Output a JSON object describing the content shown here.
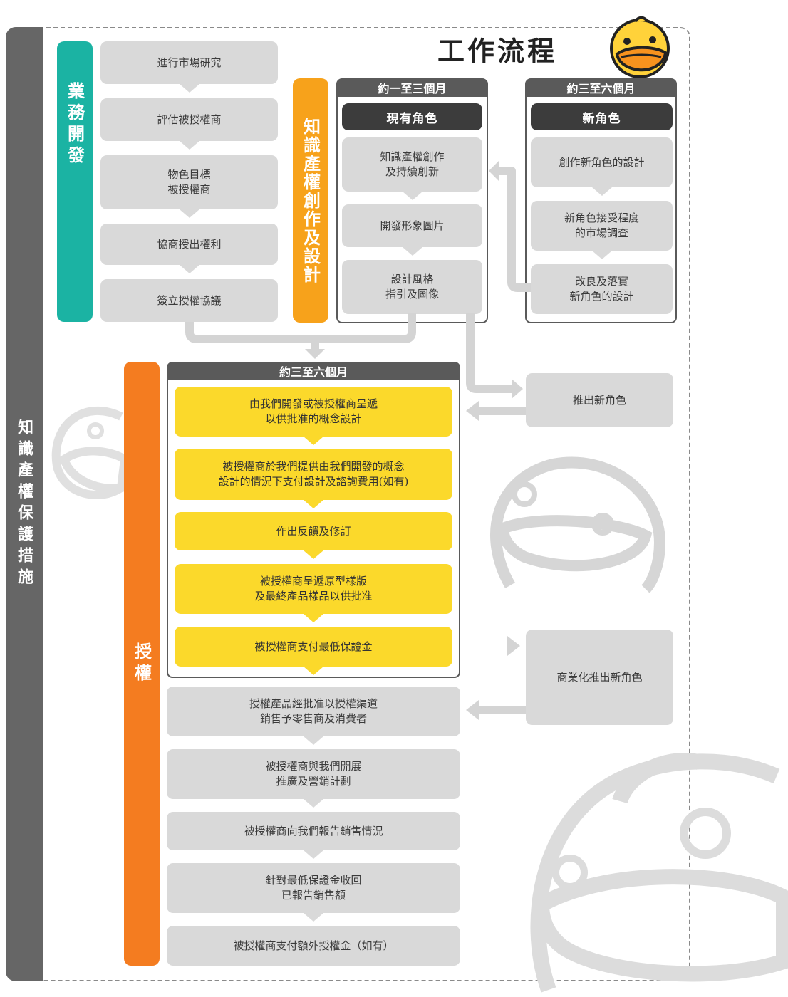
{
  "title": "工作流程",
  "side_label": "知識產權保護措施",
  "business": {
    "label": "業務開發",
    "steps": [
      "進行市場研究",
      "評估被授權商",
      "物色目標\n被授權商",
      "協商授出權利",
      "簽立授權協議"
    ]
  },
  "ip_design": {
    "label": "知識產權創作及設計",
    "existing": {
      "duration": "約一至三個月",
      "header": "現有角色",
      "steps": [
        "知識產權創作\n及持續創新",
        "開發形象圖片",
        "設計風格\n指引及圖像"
      ]
    },
    "new": {
      "duration": "約三至六個月",
      "header": "新角色",
      "steps": [
        "創作新角色的設計",
        "新角色接受程度\n的市場調查",
        "改良及落實\n新角色的設計"
      ]
    }
  },
  "licensing": {
    "label": "授權",
    "duration": "約三至六個月",
    "inner_steps": [
      "由我們開發或被授權商呈遞\n以供批准的概念設計",
      "被授權商於我們提供由我們開發的概念\n設計的情況下支付設計及諮詢費用(如有)",
      "作出反饋及修訂",
      "被授權商呈遞原型樣版\n及最終產品樣品以供批准",
      "被授權商支付最低保證金"
    ],
    "outer_steps": [
      "授權產品經批准以授權渠道\n銷售予零售商及消費者",
      "被授權商與我們開展\n推廣及營銷計劃",
      "被授權商向我們報告銷售情況",
      "針對最低保證金收回\n已報告銷售額",
      "被授權商支付額外授權金（如有）"
    ]
  },
  "side_boxes": {
    "launch_new": "推出新角色",
    "commercial_launch": "商業化推出新角色"
  },
  "colors": {
    "teal": "#1bb3a3",
    "orange": "#f7921e",
    "orange_dark": "#f47c20",
    "yellow": "#fbd92b",
    "gray_box": "#d9d9d9",
    "dark_gray": "#5a5a5a",
    "side_bar": "#666666"
  },
  "icons": [
    "duck-logo-icon",
    "duck-watermark-icon"
  ]
}
